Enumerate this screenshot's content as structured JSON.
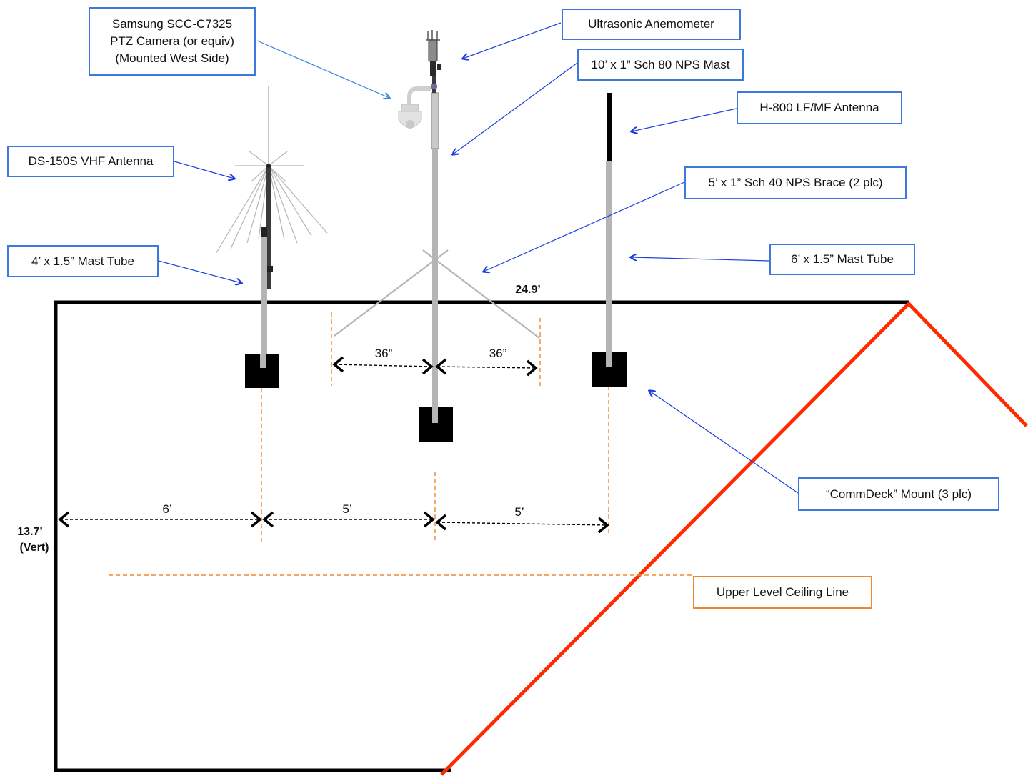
{
  "callouts": {
    "camera": [
      "Samsung SCC-C7325",
      "PTZ Camera (or equiv)",
      "(Mounted West Side)"
    ],
    "anemometer": "Ultrasonic Anemometer",
    "mast_80": "10’ x 1” Sch 80 NPS Mast",
    "h800": "H-800 LF/MF Antenna",
    "ds150": "DS-150S VHF Antenna",
    "brace": "5’ x 1” Sch 40 NPS Brace (2 plc)",
    "mast_tube_4": "4’ x 1.5” Mast Tube",
    "mast_tube_6": "6’ x 1.5” Mast Tube",
    "commdeck": "“CommDeck” Mount (3 plc)",
    "ceiling": "Upper Level Ceiling Line"
  },
  "dimensions": {
    "width": "24.9’",
    "height_value": "13.7’",
    "height_note": "(Vert)",
    "brace_left": "36”",
    "brace_right": "36”",
    "dist_1": "6’",
    "dist_2": "5’",
    "dist_3": "5’"
  },
  "colors": {
    "callout_border": "#3d77e0",
    "leader_arrow": "#1b3fe0",
    "roof_line": "#ff2a00",
    "guide_line": "#f0882e",
    "structure": "#000000",
    "pipe": "#b5b5b5"
  }
}
